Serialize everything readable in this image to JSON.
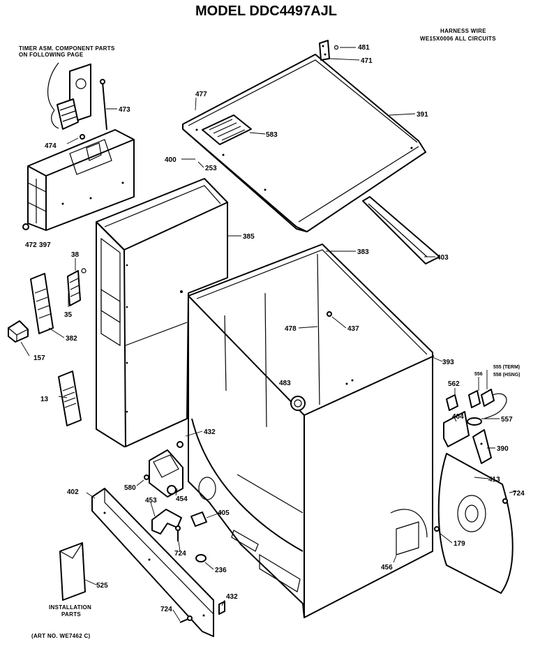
{
  "title": "MODEL DDC4497AJL",
  "notes": {
    "timer_line1": "TIMER ASM. COMPONENT PARTS",
    "timer_line2": "ON FOLLOWING PAGE",
    "harness_line1": "HARNESS WIRE",
    "harness_line2": "WE15X0006 ALL CIRCUITS",
    "install_line1": "INSTALLATION",
    "install_line2": "PARTS",
    "art_no": "(ART NO. WE7462 C)"
  },
  "callouts": {
    "p481": "481",
    "p471": "471",
    "p477": "477",
    "p391": "391",
    "p583": "583",
    "p400": "400",
    "p253": "253",
    "p473": "473",
    "p474": "474",
    "p472": "472",
    "p397": "397",
    "p385": "385",
    "p403": "403",
    "p383": "383",
    "p38": "38",
    "p35": "35",
    "p382": "382",
    "p157": "157",
    "p478": "478",
    "p437": "437",
    "p393": "393",
    "p483": "483",
    "p13": "13",
    "p562": "562",
    "p556": "556",
    "p555": "555 (TERM)",
    "p558": "558 (HSNG)",
    "p557": "557",
    "p404": "404",
    "p390": "390",
    "p432a": "432",
    "p413": "413",
    "p724a": "724",
    "p580": "580",
    "p454": "454",
    "p402": "402",
    "p453": "453",
    "p405": "405",
    "p724b": "724",
    "p236": "236",
    "p456": "456",
    "p179": "179",
    "p525": "525",
    "p432b": "432",
    "p724c": "724"
  }
}
